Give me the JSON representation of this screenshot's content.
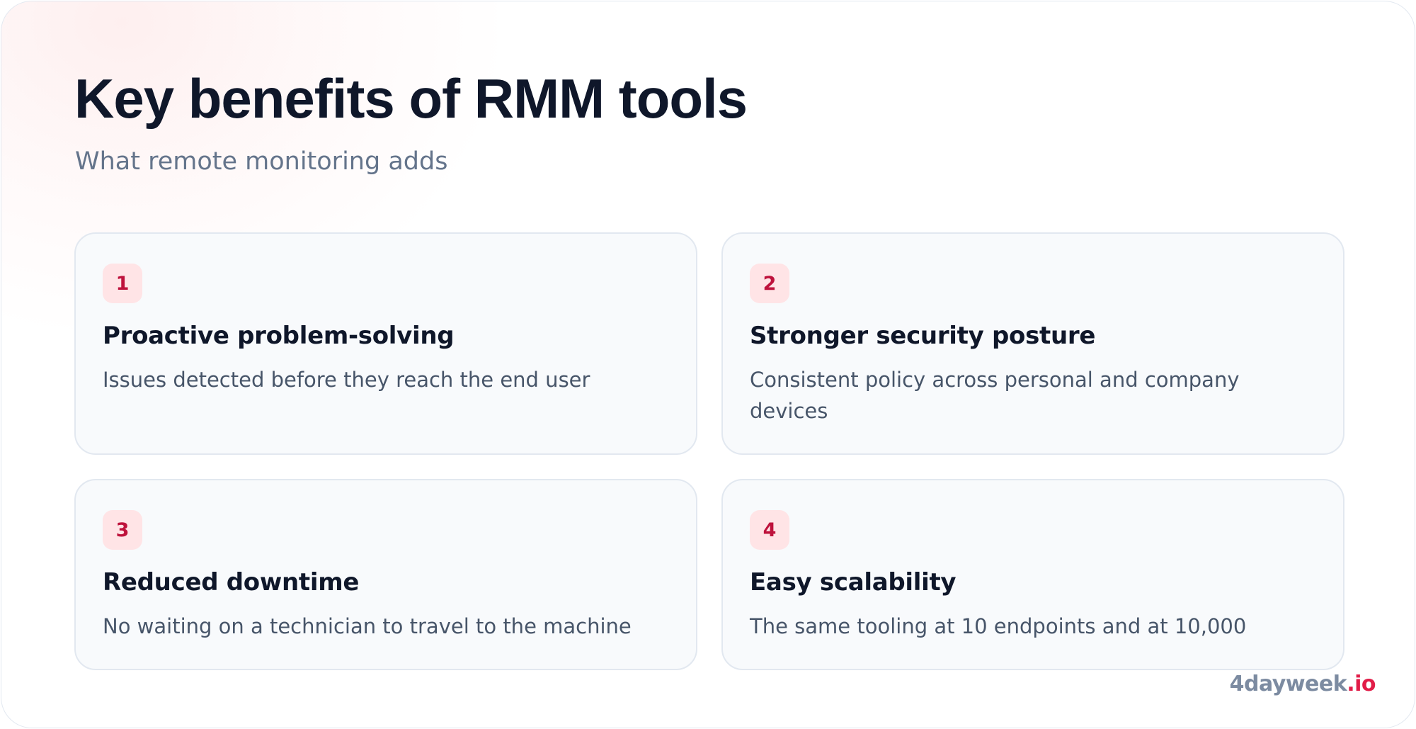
{
  "header": {
    "title": "Key benefits of RMM tools",
    "subtitle": "What remote monitoring adds"
  },
  "cards": [
    {
      "number": "1",
      "title": "Proactive problem-solving",
      "description": "Issues detected before they reach the end user"
    },
    {
      "number": "2",
      "title": "Stronger security posture",
      "description": "Consistent policy across personal and company devices"
    },
    {
      "number": "3",
      "title": "Reduced downtime",
      "description": "No waiting on a technician to travel to the machine"
    },
    {
      "number": "4",
      "title": "Easy scalability",
      "description": "The same tooling at 10 endpoints and at 10,000"
    }
  ],
  "brand": {
    "name": "4dayweek",
    "tld": ".io"
  },
  "colors": {
    "accent": "#e11d48",
    "badge_bg": "#ffe4e6",
    "badge_text": "#be123c",
    "card_bg": "#f8fafc",
    "card_border": "#e2e8f0",
    "title": "#0f172a",
    "subtitle": "#64748b",
    "body_text": "#475569",
    "brand_muted": "#7c8ba1"
  }
}
